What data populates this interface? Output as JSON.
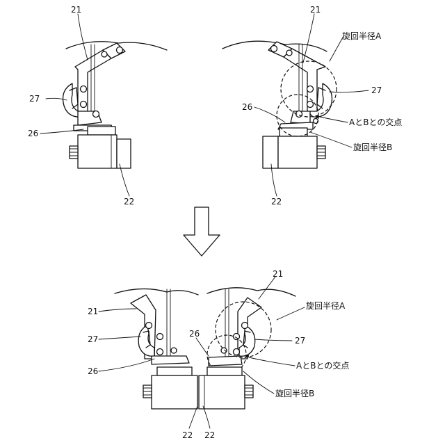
{
  "labels": {
    "n21": "21",
    "n22": "22",
    "n26": "26",
    "n27": "27",
    "radius_a": "旋回半径A",
    "radius_b": "旋回半径B",
    "intersection": "AとBとの交点"
  },
  "icons": {
    "transition_arrow": "down-arrow-icon"
  }
}
